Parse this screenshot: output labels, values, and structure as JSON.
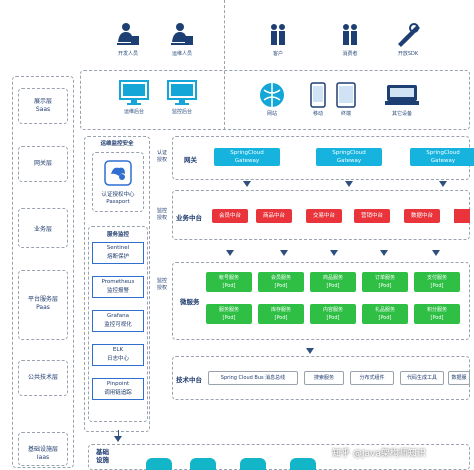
{
  "layers": [
    {
      "label": "展示层\nSaas"
    },
    {
      "label": "网关层"
    },
    {
      "label": "业务层"
    },
    {
      "label": "平台服务层\nPaas"
    },
    {
      "label": "公共技术层"
    },
    {
      "label": "基础设施层\nIaas"
    }
  ],
  "personas": [
    {
      "label": "开发人员"
    },
    {
      "label": "运维人员"
    },
    {
      "label": "客户"
    },
    {
      "label": "消费者"
    },
    {
      "label": "开放SDK"
    }
  ],
  "devices_left": [
    {
      "label": "运维后台"
    },
    {
      "label": "监控后台"
    }
  ],
  "devices_right": [
    {
      "label": "网站"
    },
    {
      "label": "移动"
    },
    {
      "label": "终端"
    },
    {
      "label": "其它设备"
    }
  ],
  "ops": {
    "title": "运维监控安全",
    "passport": "认证授权中心\nPassport",
    "monitor_title": "服务监控",
    "monitors": [
      {
        "name": "Sentinel",
        "desc": "熔断保护"
      },
      {
        "name": "Prometheus",
        "desc": "监控报警"
      },
      {
        "name": "Grafana",
        "desc": "监控可视化"
      },
      {
        "name": "ELK",
        "desc": "日志中心"
      },
      {
        "name": "Pinpoint",
        "desc": "调用链追踪"
      }
    ]
  },
  "auth_labels": [
    {
      "text": "认证\n授权"
    },
    {
      "text": "监控\n授权"
    },
    {
      "text": "监控\n授权"
    }
  ],
  "gateway": {
    "title": "网关",
    "items": [
      {
        "label": "SpringCloud\nGateway"
      },
      {
        "label": "SpringCloud\nGateway"
      },
      {
        "label": "SpringCloud\nGateway"
      }
    ]
  },
  "business": {
    "title": "业务中台",
    "items": [
      {
        "label": "会员中台"
      },
      {
        "label": "商品中台"
      },
      {
        "label": "交易中台"
      },
      {
        "label": "营销中台"
      },
      {
        "label": "数据中台"
      }
    ]
  },
  "micro": {
    "title": "微服务",
    "rows": [
      [
        {
          "name": "帐号服务",
          "sub": "[Pod]"
        },
        {
          "name": "会员服务",
          "sub": "[Pod]"
        },
        {
          "name": "商品服务",
          "sub": "[Pod]"
        },
        {
          "name": "订单服务",
          "sub": "[Pod]"
        },
        {
          "name": "支付服务",
          "sub": "[Pod]"
        }
      ],
      [
        {
          "name": "服务服务",
          "sub": "[Pod]"
        },
        {
          "name": "库存服务",
          "sub": "[Pod]"
        },
        {
          "name": "内容服务",
          "sub": "[Pod]"
        },
        {
          "name": "礼品服务",
          "sub": "[Pod]"
        },
        {
          "name": "积分服务",
          "sub": "[Pod]"
        }
      ]
    ]
  },
  "tech": {
    "title": "技术中台",
    "items": [
      {
        "label": "Spring Cloud Bus 消息总线"
      },
      {
        "label": "搜索服务"
      },
      {
        "label": "分布式组件"
      },
      {
        "label": "代码生成工具"
      },
      {
        "label": "数据服"
      }
    ]
  },
  "infra": {
    "title": "基础\n设施"
  },
  "watermark": "知乎 @Java架构师知识"
}
